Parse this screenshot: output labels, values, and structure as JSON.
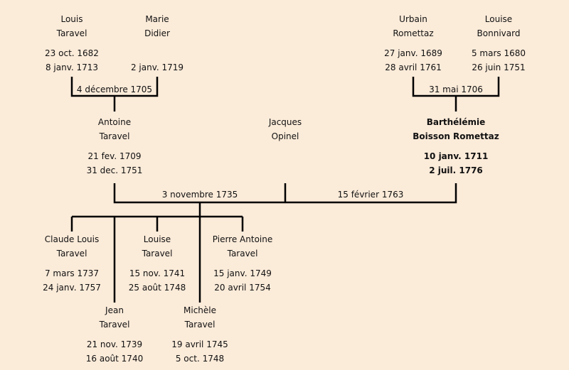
{
  "people": {
    "louis": {
      "first": "Louis",
      "last": "Taravel",
      "birth": "23 oct. 1682",
      "death": "8 janv. 1713"
    },
    "marie": {
      "first": "Marie",
      "last": "Didier",
      "birth": "",
      "death": "2 janv. 1719"
    },
    "urbain": {
      "first": "Urbain",
      "last": "Romettaz",
      "birth": "27 janv. 1689",
      "death": "28 avril 1761"
    },
    "louise_b": {
      "first": "Louise",
      "last": "Bonnivard",
      "birth": "5 mars 1680",
      "death": "26 juin 1751"
    },
    "antoine": {
      "first": "Antoine",
      "last": "Taravel",
      "birth": "21 fev. 1709",
      "death": "31 dec. 1751"
    },
    "jacques": {
      "first": "Jacques",
      "last": "Opinel",
      "birth": "",
      "death": ""
    },
    "barthelemie": {
      "first": "Barthélémie",
      "last": "Boisson Romettaz",
      "birth": "10 janv. 1711",
      "death": "2 juil. 1776"
    },
    "claude": {
      "first": "Claude Louis",
      "last": "Taravel",
      "birth": "7 mars 1737",
      "death": "24 janv. 1757"
    },
    "louise_t": {
      "first": "Louise",
      "last": "Taravel",
      "birth": "15 nov. 1741",
      "death": "25 août 1748"
    },
    "pierre": {
      "first": "Pierre Antoine",
      "last": "Taravel",
      "birth": "15 janv. 1749",
      "death": "20 avril 1754"
    },
    "jean": {
      "first": "Jean",
      "last": "Taravel",
      "birth": "21 nov. 1739",
      "death": "16 août 1740"
    },
    "michele": {
      "first": "Michèle",
      "last": "Taravel",
      "birth": "19 avril 1745",
      "death": "5 oct. 1748"
    }
  },
  "marriages": {
    "louis_marie": "4 décembre 1705",
    "urbain_louise": "31 mai 1706",
    "antoine_barthelemie": "3 novembre 1735",
    "jacques_barthelemie": "15 février 1763"
  },
  "colors": {
    "background": "#fbebd9",
    "lines": "#000000"
  }
}
